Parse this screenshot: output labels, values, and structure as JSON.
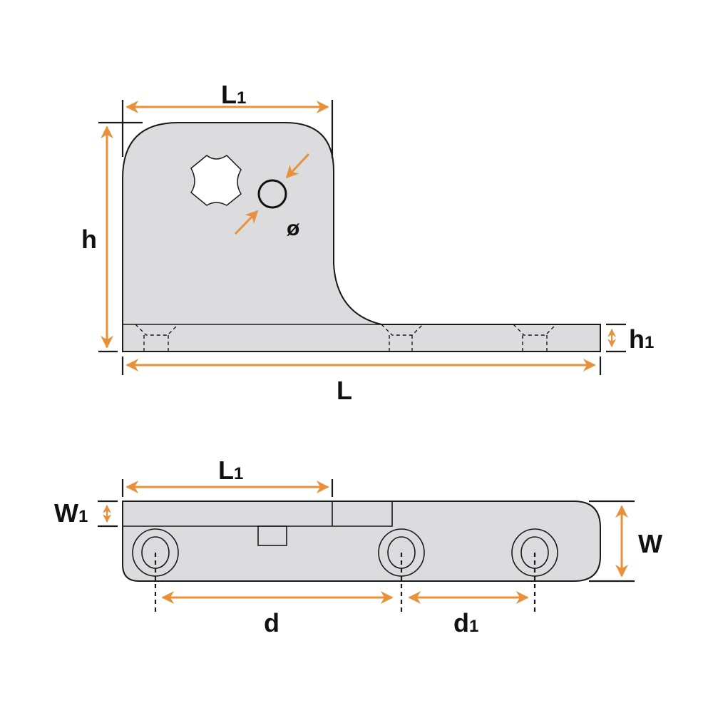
{
  "colors": {
    "dimension": "#e8913a",
    "part_fill": "#dcdcde",
    "outline": "#1a1a1a"
  },
  "side_view": {
    "labels": {
      "L1": {
        "main": "L",
        "sub": "1"
      },
      "h": {
        "main": "h"
      },
      "diameter": {
        "main": "ø"
      },
      "h1": {
        "main": "h",
        "sub": "1"
      },
      "L": {
        "main": "L"
      }
    }
  },
  "top_view": {
    "labels": {
      "L1": {
        "main": "L",
        "sub": "1"
      },
      "W1": {
        "main": "W",
        "sub": "1"
      },
      "W": {
        "main": "W"
      },
      "d": {
        "main": "d"
      },
      "d1": {
        "main": "d",
        "sub": "1"
      }
    }
  }
}
